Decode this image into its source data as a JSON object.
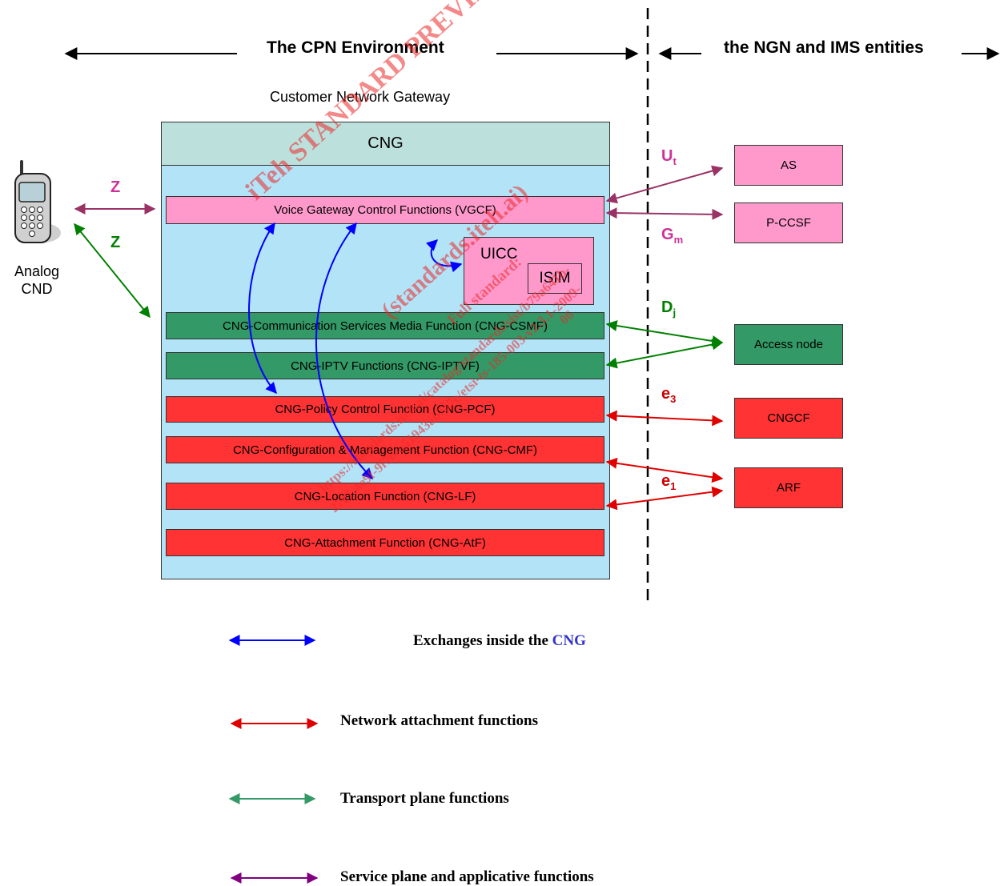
{
  "header": {
    "left_title": "The CPN Environment",
    "right_title": "the NGN and IMS entities"
  },
  "gateway": {
    "caption": "Customer Network Gateway",
    "title": "CNG"
  },
  "device": {
    "label_line1": "Analog",
    "label_line2": "CND"
  },
  "interfaces": {
    "z1": "Z",
    "z2": "Z",
    "ut_main": "U",
    "ut_sub": "t",
    "gm_main": "G",
    "gm_sub": "m",
    "dj_main": "D",
    "dj_sub": "j",
    "e3_main": "e",
    "e3_sub": "3",
    "e1_main": "e",
    "e1_sub": "1"
  },
  "functions": {
    "vgcf": "Voice Gateway Control Functions (VGCF)",
    "uicc": "UICC",
    "isim": "ISIM",
    "csmf": "CNG-Communication Services Media Function (CNG-CSMF)",
    "iptvf": "CNG-IPTV Functions (CNG-IPTVF)",
    "pcf": "CNG-Policy Control Function (CNG-PCF)",
    "cmf": "CNG-Configuration & Management Function (CNG-CMF)",
    "lf": "CNG-Location Function (CNG-LF)",
    "atf": "CNG-Attachment Function (CNG-AtF)"
  },
  "entities": {
    "as": "AS",
    "pccsf": "P-CCSF",
    "access_node": "Access node",
    "cngcf": "CNGCF",
    "arf": "ARF"
  },
  "legend": {
    "exchanges_prefix": "Exchanges inside the ",
    "exchanges_highlight": "CNG",
    "network_attachment": "Network attachment functions",
    "transport_plane": "Transport plane functions",
    "service_plane": "Service plane and applicative functions"
  },
  "watermark": {
    "line1": "iTeh STANDARD PREVIEW",
    "line2": "(standards.iteh.ai)",
    "line3": "Full standard:",
    "line4": "https://standards.iteh.ai/catalog/standards/sist/b79a641b-",
    "line5": "27e7-4e9f-9f76-a51943a67a7e/etsi-ts-185-003-v2.3.1-2009-",
    "line6": "06"
  },
  "colors": {
    "pink_box": "#ff99cc",
    "green_box": "#339966",
    "red_box": "#ff3333",
    "cng_title": "#bce0dc",
    "cng_body": "#b3e3f7",
    "service_arrow": "#993366",
    "transport_arrow": "#008000",
    "attach_arrow": "#e00000",
    "internal_arrow": "#0000ff"
  }
}
